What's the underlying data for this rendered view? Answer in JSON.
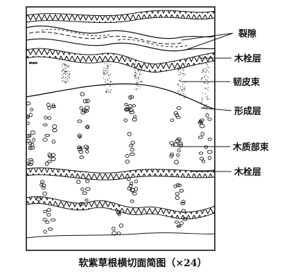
{
  "labels": {
    "fissure": "裂隙",
    "cork_upper": "木栓层",
    "phloem": "韧皮束",
    "cambium": "形成层",
    "xylem": "木质部束",
    "cork_lower": "木栓层"
  },
  "caption": "软紫草根横切面简图（×24）"
}
